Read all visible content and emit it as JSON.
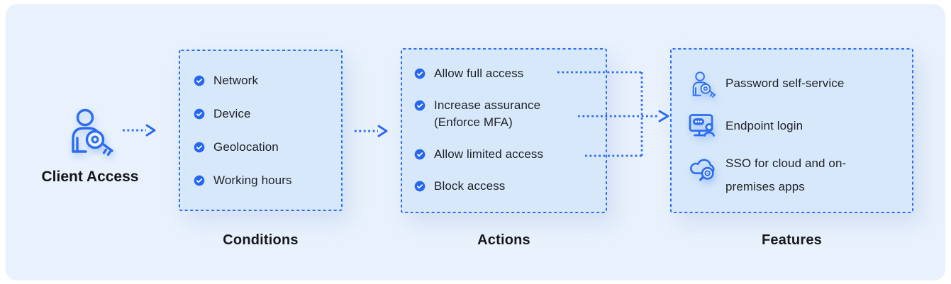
{
  "client": {
    "label": "Client Access",
    "icon": "user-key-search-icon"
  },
  "conditions": {
    "title": "Conditions",
    "items": [
      "Network",
      "Device",
      "Geolocation",
      "Working hours"
    ]
  },
  "actions": {
    "title": "Actions",
    "items": [
      "Allow full access",
      "Increase assurance (Enforce MFA)",
      "Allow limited access",
      "Block access"
    ]
  },
  "features": {
    "title": "Features",
    "items": [
      {
        "icon": "user-password-search-icon",
        "text": "Password self-service"
      },
      {
        "icon": "endpoint-monitor-icon",
        "text": "Endpoint login"
      },
      {
        "icon": "cloud-sso-search-icon",
        "text": "SSO for cloud and on-premises apps"
      }
    ]
  },
  "connectors": {
    "client_to_conditions": "dotted-arrow-right",
    "conditions_to_actions": "dotted-arrow-right",
    "actions_to_features": "dotted-merge-arrow-right"
  },
  "colors": {
    "accent": "#2b6cf0",
    "badge": "#2767ef",
    "panel_bg": "#e9f2fc",
    "box_bg": "#d7e8fa",
    "dashed_border": "#2e6ff0",
    "text": "#1d1f24"
  }
}
